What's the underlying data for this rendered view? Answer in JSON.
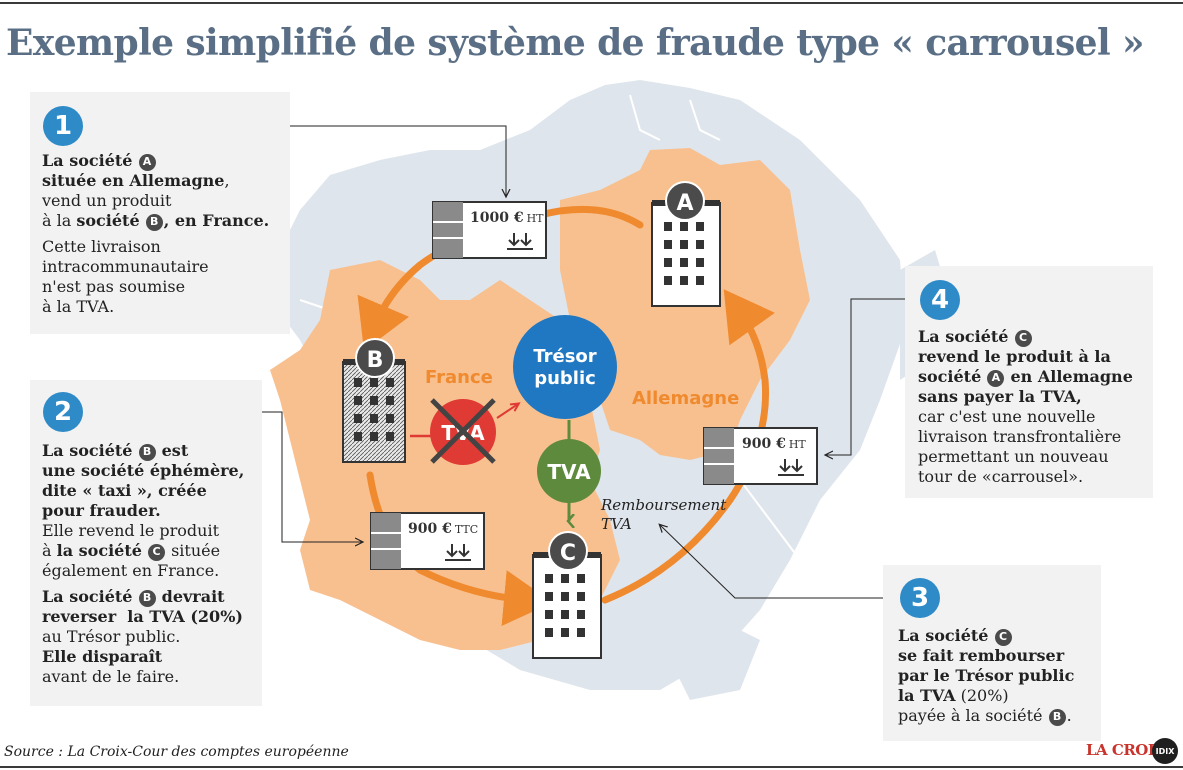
{
  "title": "Exemple simplifié de système de fraude type « carrousel »",
  "map": {
    "country_france": "France",
    "country_germany": "Allemagne",
    "treasury_line1": "Trésor",
    "treasury_line2": "public",
    "tva_label": "TVA",
    "tva_crossed_label": "TVA",
    "refund_label_line1": "Remboursement",
    "refund_label_line2": "TVA",
    "company_a": "A",
    "company_b": "B",
    "company_c": "C"
  },
  "invoices": {
    "ab": {
      "amount": "1000 €",
      "suffix": "HT"
    },
    "bc": {
      "amount": "900 €",
      "suffix": "TTC"
    },
    "ca": {
      "amount": "900 €",
      "suffix": "HT"
    }
  },
  "steps": {
    "s1": {
      "number": "1",
      "l1": "La société",
      "badge1": "A",
      "l2": "située en Allemagne",
      "l2b": ",",
      "l3": "vend un produit",
      "l4a": "à la ",
      "l4b": "société",
      "badge2": "B",
      "l4c": ", en France.",
      "p2": [
        "Cette livraison",
        "intracommunautaire",
        "n'est pas soumise",
        "à la TVA."
      ]
    },
    "s2": {
      "number": "2",
      "l1": "La société",
      "badge1": "B",
      "l1b": "est",
      "bold_lines": [
        "une société éphémère,",
        "dite « taxi », créée",
        "pour frauder."
      ],
      "l5": "Elle revend le produit",
      "l6a": "à ",
      "l6b": "la société",
      "badge2": "C",
      "l6c": " située",
      "l7": "également en France.",
      "l8": "La société",
      "badge3": "B",
      "l8b": "devrait",
      "l9": "reverser  la TVA (20%)",
      "l10": "au Trésor public.",
      "l11": "Elle disparaît",
      "l12": "avant de le faire."
    },
    "s3": {
      "number": "3",
      "l1": "La société",
      "badge1": "C",
      "bold_lines": [
        "se fait rembourser",
        "par le Trésor public"
      ],
      "l4a": "la TVA",
      "l4b": " (20%)",
      "l5": "payée à la société",
      "badge2": "B",
      "l5b": "."
    },
    "s4": {
      "number": "4",
      "l1": "La société",
      "badge1": "C",
      "l2": "revend le produit à la",
      "l3": "société",
      "badge2": "A",
      "l3b": "en Allemagne",
      "l4": "sans payer la TVA,",
      "normal_lines": [
        "car c'est une nouvelle",
        "livraison transfrontalière",
        "permettant un nouveau",
        "tour de «carrousel»."
      ]
    }
  },
  "footer": {
    "source": "Source : La Croix-Cour des comptes européenne",
    "logo": "LA CROIX",
    "idix": "IDIX"
  },
  "colors": {
    "title": "#5a6f86",
    "land_highlight": "#f8c08f",
    "land_other": "#dfe5ec",
    "arrow": "#ef8a2f",
    "treasury": "#1f78c1",
    "tva": "#5e8a3e",
    "tva_crossed": "#e03a35",
    "step_circle": "#2e8bc8"
  }
}
